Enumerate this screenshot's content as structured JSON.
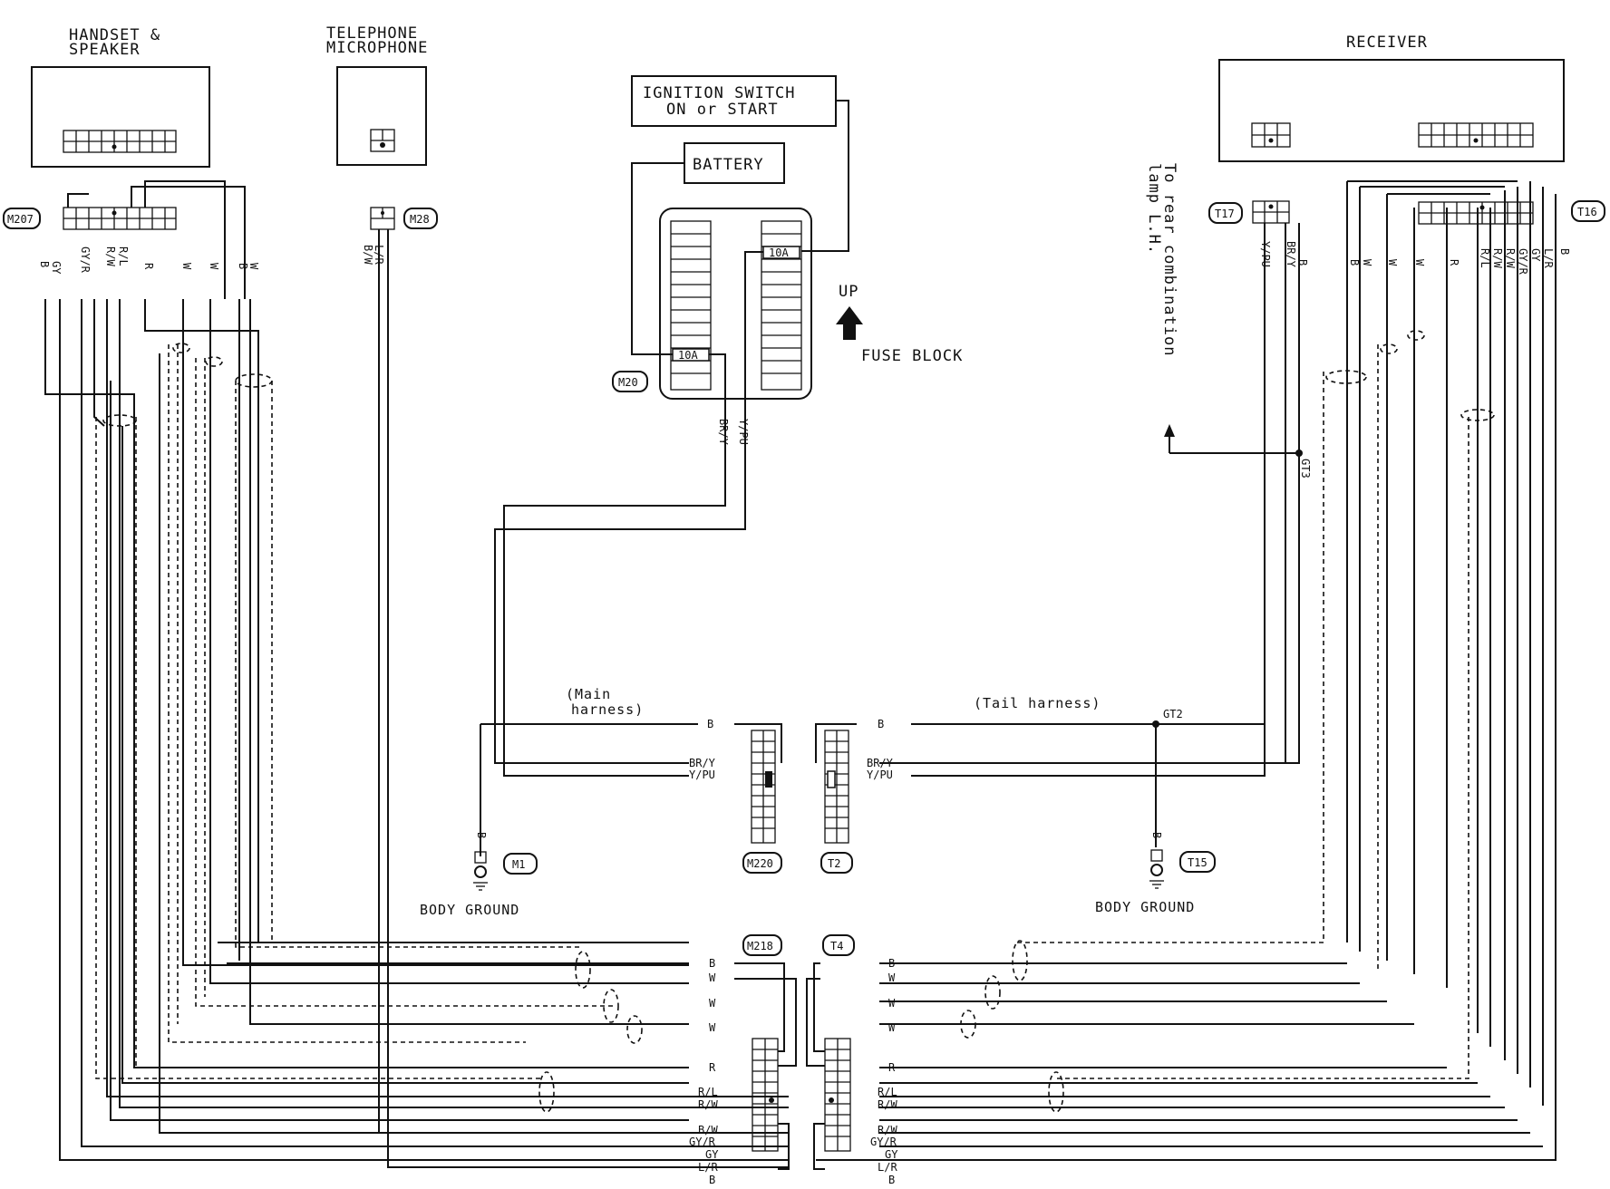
{
  "components": {
    "handset": "HANDSET &",
    "handset2": "SPEAKER",
    "mic": "TELEPHONE",
    "mic2": "MICROPHONE",
    "receiver": "RECEIVER",
    "ignition": "IGNITION SWITCH",
    "ignition2": "ON or START",
    "battery": "BATTERY",
    "fuse_block": "FUSE BLOCK",
    "up": "UP",
    "fuse_10a": "10A",
    "rear_lamp": "To rear combination",
    "rear_lamp2": "lamp L.H."
  },
  "connectors": {
    "m207": "M207",
    "m28": "M28",
    "m20": "M20",
    "t17": "T17",
    "t16": "T16",
    "m1": "M1",
    "m220": "M220",
    "t2": "T2",
    "t15": "T15",
    "m218": "M218",
    "t4": "T4"
  },
  "harness": {
    "main1": "(Main",
    "main2": "harness)",
    "tail": "(Tail harness)"
  },
  "ground": {
    "body_left": "BODY GROUND",
    "body_right": "BODY GROUND"
  },
  "splices": {
    "gt2": "GT2",
    "gt3": "GT3"
  },
  "wires": {
    "m207": [
      "GY",
      "B",
      "GY/R",
      "R/W",
      "R/L",
      "R",
      "W",
      "W",
      "B",
      "W"
    ],
    "m28": [
      "L/R",
      "B/W"
    ],
    "fuse": [
      "BR/Y",
      "Y/PU"
    ],
    "t17": [
      "Y/PU",
      "BR/Y",
      "B"
    ],
    "t16": [
      "B",
      "W",
      "W",
      "W",
      "R",
      "R/L",
      "R/W",
      "GY/R",
      "GY",
      "R/W",
      "L/R",
      "B"
    ],
    "ground_b": "B",
    "m220": [
      "B",
      "BR/Y",
      "Y/PU"
    ],
    "t2": [
      "B",
      "BR/Y",
      "Y/PU"
    ],
    "m218": [
      "B",
      "W",
      "W",
      "W",
      "R",
      "R/L",
      "R/W",
      "B/W",
      "GY/R",
      "GY",
      "L/R",
      "B"
    ],
    "t4": [
      "B",
      "W",
      "W",
      "W",
      "R",
      "R/L",
      "R/W",
      "R/W",
      "GY/R",
      "GY",
      "L/R",
      "B"
    ]
  }
}
